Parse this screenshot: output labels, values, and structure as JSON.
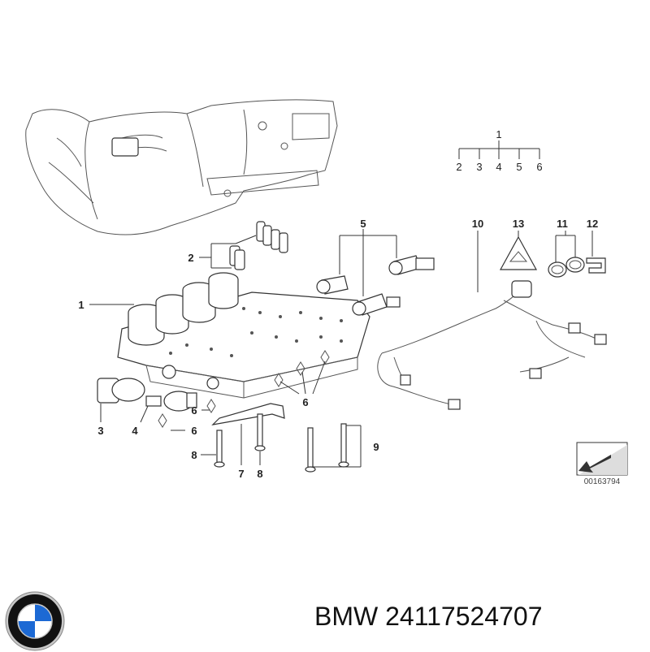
{
  "diagram": {
    "tree": {
      "root": "1",
      "children": [
        "2",
        "3",
        "4",
        "5",
        "6"
      ]
    },
    "callouts": {
      "c1": "1",
      "c2": "2",
      "c3": "3",
      "c4": "4",
      "c5": "5",
      "c6a": "6",
      "c6b": "6",
      "c6c": "6",
      "c7": "7",
      "c8a": "8",
      "c8b": "8",
      "c9": "9",
      "c10": "10",
      "c11": "11",
      "c12": "12",
      "c13": "13"
    },
    "reference_number": "00163794"
  },
  "logo": {
    "brand": "BMW",
    "colors": {
      "blue": "#1c69d4",
      "black": "#111111",
      "white": "#ffffff",
      "silver": "#c8c8c8"
    }
  },
  "caption": {
    "brand": "BMW",
    "part_number": "24117524707"
  }
}
